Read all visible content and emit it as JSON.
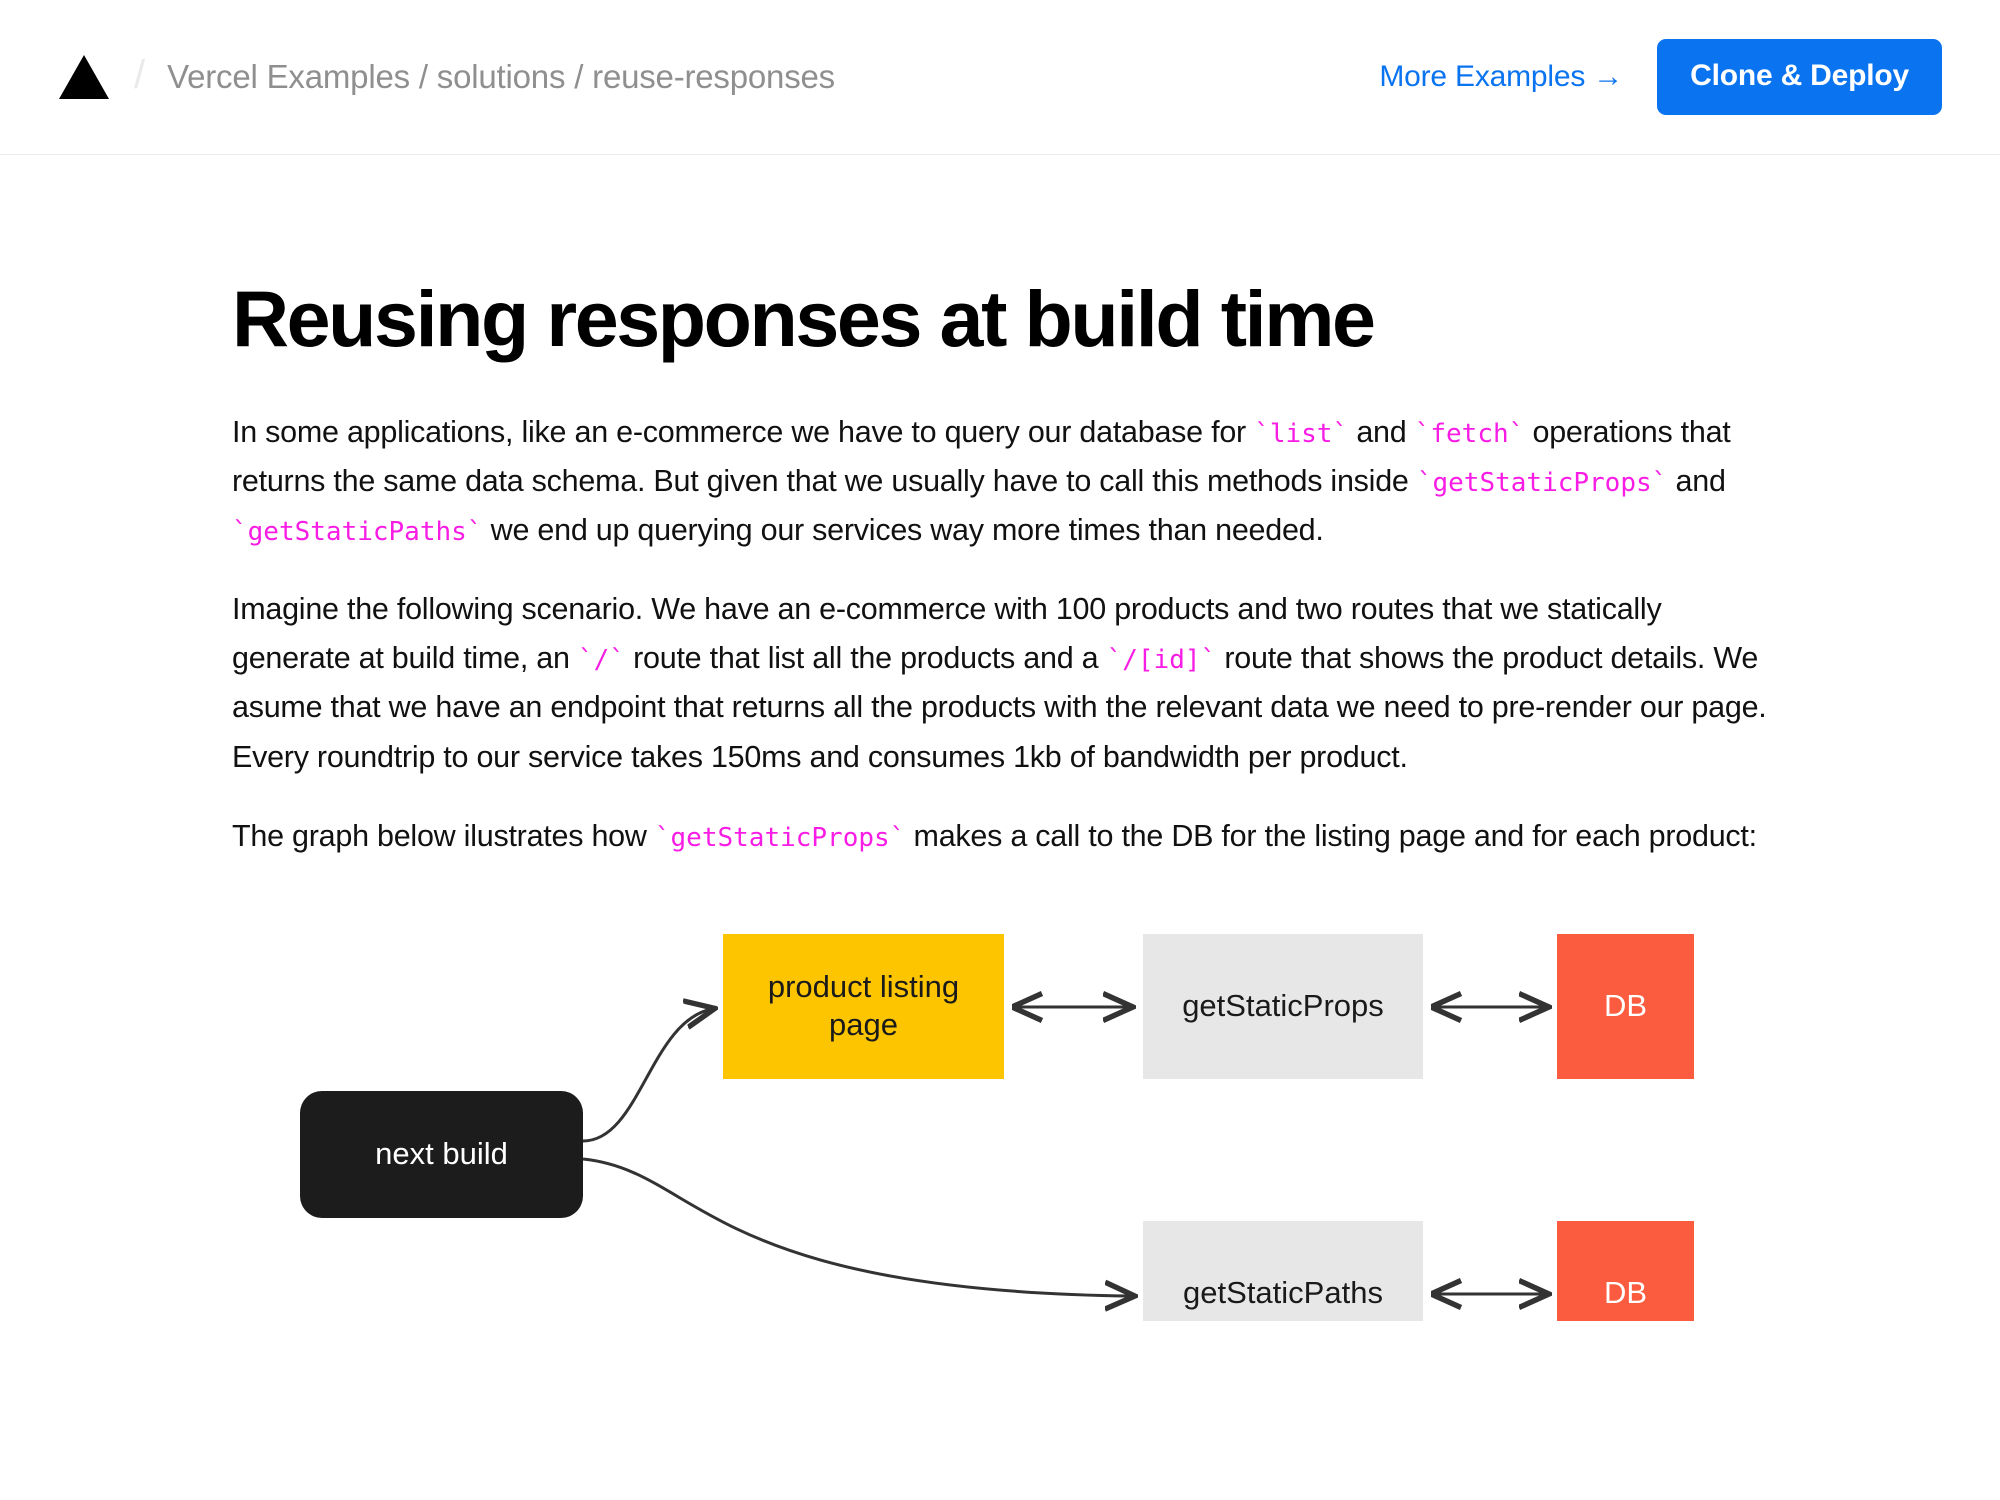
{
  "header": {
    "logo_icon": "vercel-triangle-logo",
    "separator": "/",
    "breadcrumb": "Vercel Examples / solutions / reuse-responses",
    "more_examples_label": "More Examples →",
    "clone_deploy_label": "Clone & Deploy",
    "accent_color": "#0a74f0",
    "border_color": "#eaeaea"
  },
  "article": {
    "title": "Reusing responses at build time",
    "paragraph1": {
      "part1": "In some applications, like an e-commerce we have to query our database for ",
      "code1": "`list`",
      "part2": " and ",
      "code2": "`fetch`",
      "part3": " operations that returns the same data schema. But given that we usually have to call this methods inside ",
      "code3": "`getStaticProps`",
      "part4": " and ",
      "code4": "`getStaticPaths`",
      "part5": " we end up querying our services way more times than needed."
    },
    "paragraph2": {
      "part1": "Imagine the following scenario. We have an e-commerce with 100 products and two routes that we statically generate at build time, an ",
      "code1": "`/`",
      "part2": " route that list all the products and a ",
      "code2": "`/[id]`",
      "part3": " route that shows the product details. We asume that we have an endpoint that returns all the products with the relevant data we need to pre-render our page. Every roundtrip to our service takes 150ms and consumes 1kb of bandwidth per product."
    },
    "paragraph3": {
      "part1": "The graph below ilustrates how ",
      "code1": "`getStaticProps`",
      "part2": " makes a call to the DB for the listing page and for each product:"
    },
    "code_color": "#f81ce5",
    "text_color": "#111111"
  },
  "diagram": {
    "nodes": {
      "next_build": {
        "label": "next build",
        "color": "#1c1c1c",
        "text_color": "#ffffff"
      },
      "product_listing_page": {
        "label": "product listing page",
        "color": "#fdc500",
        "text_color": "#1a1a1a"
      },
      "get_static_props": {
        "label": "getStaticProps",
        "color": "#e7e7e7",
        "text_color": "#1a1a1a"
      },
      "get_static_paths": {
        "label": "getStaticPaths",
        "color": "#e7e7e7",
        "text_color": "#1a1a1a"
      },
      "db_top": {
        "label": "DB",
        "color": "#fb5b3f",
        "text_color": "#ffffff"
      },
      "db_bottom": {
        "label": "DB",
        "color": "#fb5b3f",
        "text_color": "#ffffff"
      }
    },
    "edges": [
      {
        "from": "next build",
        "to": "product listing page",
        "style": "curved-arrow"
      },
      {
        "from": "product listing page",
        "to": "getStaticProps",
        "style": "double-arrow"
      },
      {
        "from": "getStaticProps",
        "to": "DB",
        "style": "double-arrow"
      },
      {
        "from": "next build",
        "to": "getStaticPaths",
        "style": "curved-arrow"
      },
      {
        "from": "getStaticPaths",
        "to": "DB",
        "style": "double-arrow"
      }
    ],
    "line_color": "#333333"
  }
}
